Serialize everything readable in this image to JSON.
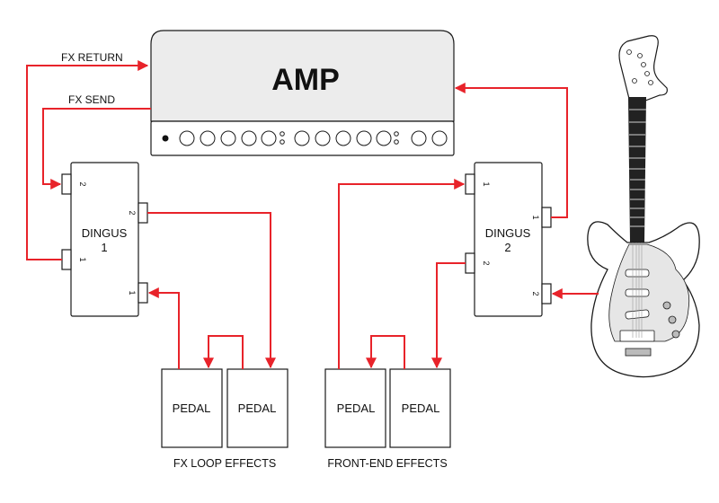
{
  "colors": {
    "wire": "#e8232a",
    "outline": "#1a1a1a",
    "amp_fill": "#ececec",
    "pickguard": "#e6e6e6",
    "fretboard": "#222222"
  },
  "amp": {
    "label": "AMP"
  },
  "wires": {
    "fx_return_label": "FX RETURN",
    "fx_send_label": "FX SEND"
  },
  "dingus_1": {
    "label_line1": "DINGUS",
    "label_line2": "1",
    "left_jack_top": "2",
    "left_jack_bottom": "1",
    "right_jack_top": "2",
    "right_jack_bottom": "1"
  },
  "dingus_2": {
    "label_line1": "DINGUS",
    "label_line2": "2",
    "left_jack_top": "1",
    "left_jack_bottom": "2",
    "right_jack_top": "1",
    "right_jack_bottom": "2"
  },
  "fx_loop": {
    "pedal_a": "PEDAL",
    "pedal_b": "PEDAL",
    "caption": "FX LOOP EFFECTS"
  },
  "front_end": {
    "pedal_a": "PEDAL",
    "pedal_b": "PEDAL",
    "caption": "FRONT-END EFFECTS"
  },
  "guitar": {
    "icon": "electric-guitar-icon"
  }
}
